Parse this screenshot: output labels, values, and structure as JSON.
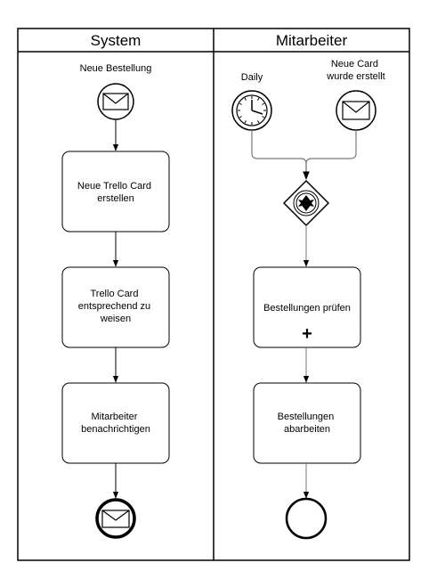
{
  "pool": {
    "lanes": [
      {
        "title": "System"
      },
      {
        "title": "Mitarbeiter"
      }
    ]
  },
  "system": {
    "start_event": {
      "label": "Neue Bestellung",
      "icon": "envelope-icon"
    },
    "tasks": [
      {
        "lines": [
          "Neue Trello Card",
          "erstellen"
        ]
      },
      {
        "lines": [
          "Trello Card",
          "entsprechend zu",
          "weisen"
        ]
      },
      {
        "lines": [
          "Mitarbeiter",
          "benachrichtigen"
        ]
      }
    ],
    "end_event": {
      "icon": "envelope-icon"
    }
  },
  "mitarbeiter": {
    "timer_event": {
      "label": "Daily",
      "icon": "clock-icon"
    },
    "message_event": {
      "label_lines": [
        "Neue Card",
        "wurde erstellt"
      ],
      "icon": "envelope-icon"
    },
    "gateway": {
      "type": "event-based",
      "icon": "star-icon"
    },
    "tasks": [
      {
        "lines": [
          "Bestellungen prüfen"
        ],
        "marker": "+"
      },
      {
        "lines": [
          "Bestellungen",
          "abarbeiten"
        ]
      }
    ]
  }
}
